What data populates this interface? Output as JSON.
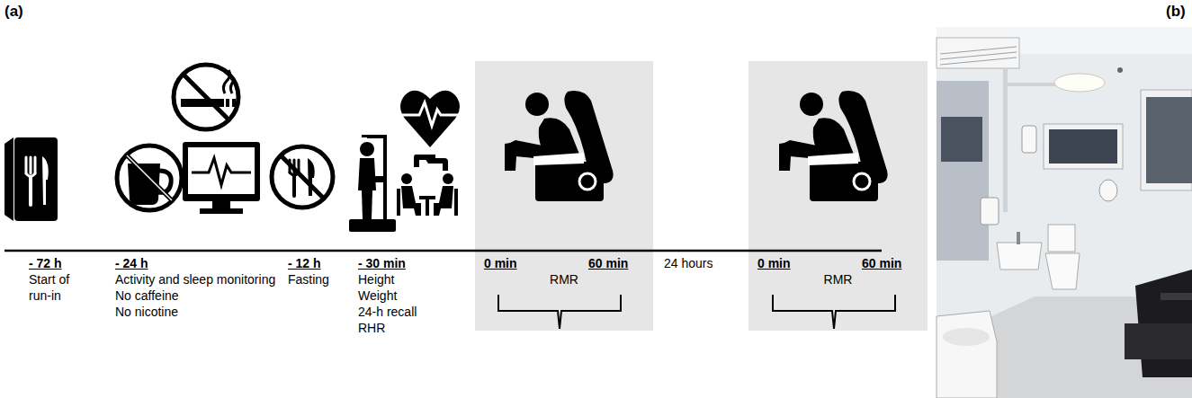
{
  "diagram": {
    "nodes": [
      {
        "text": [
          "0 min",
          "60 min",
          "RMR"
        ]
      },
      {
        "text": [
          "0 min",
          "60 min",
          "RMR"
        ]
      }
    ],
    "labels": [
      "(a)",
      "(b)",
      "- 72 h",
      "Start of run-in",
      "- 24 h",
      "Activity and sleep monitoring",
      "No caffeine",
      "No nicotine",
      "- 12 h",
      "Fasting",
      "- 30 min",
      "Height",
      "Weight",
      "24-h recall",
      "RHR",
      "24 hours"
    ]
  }
}
